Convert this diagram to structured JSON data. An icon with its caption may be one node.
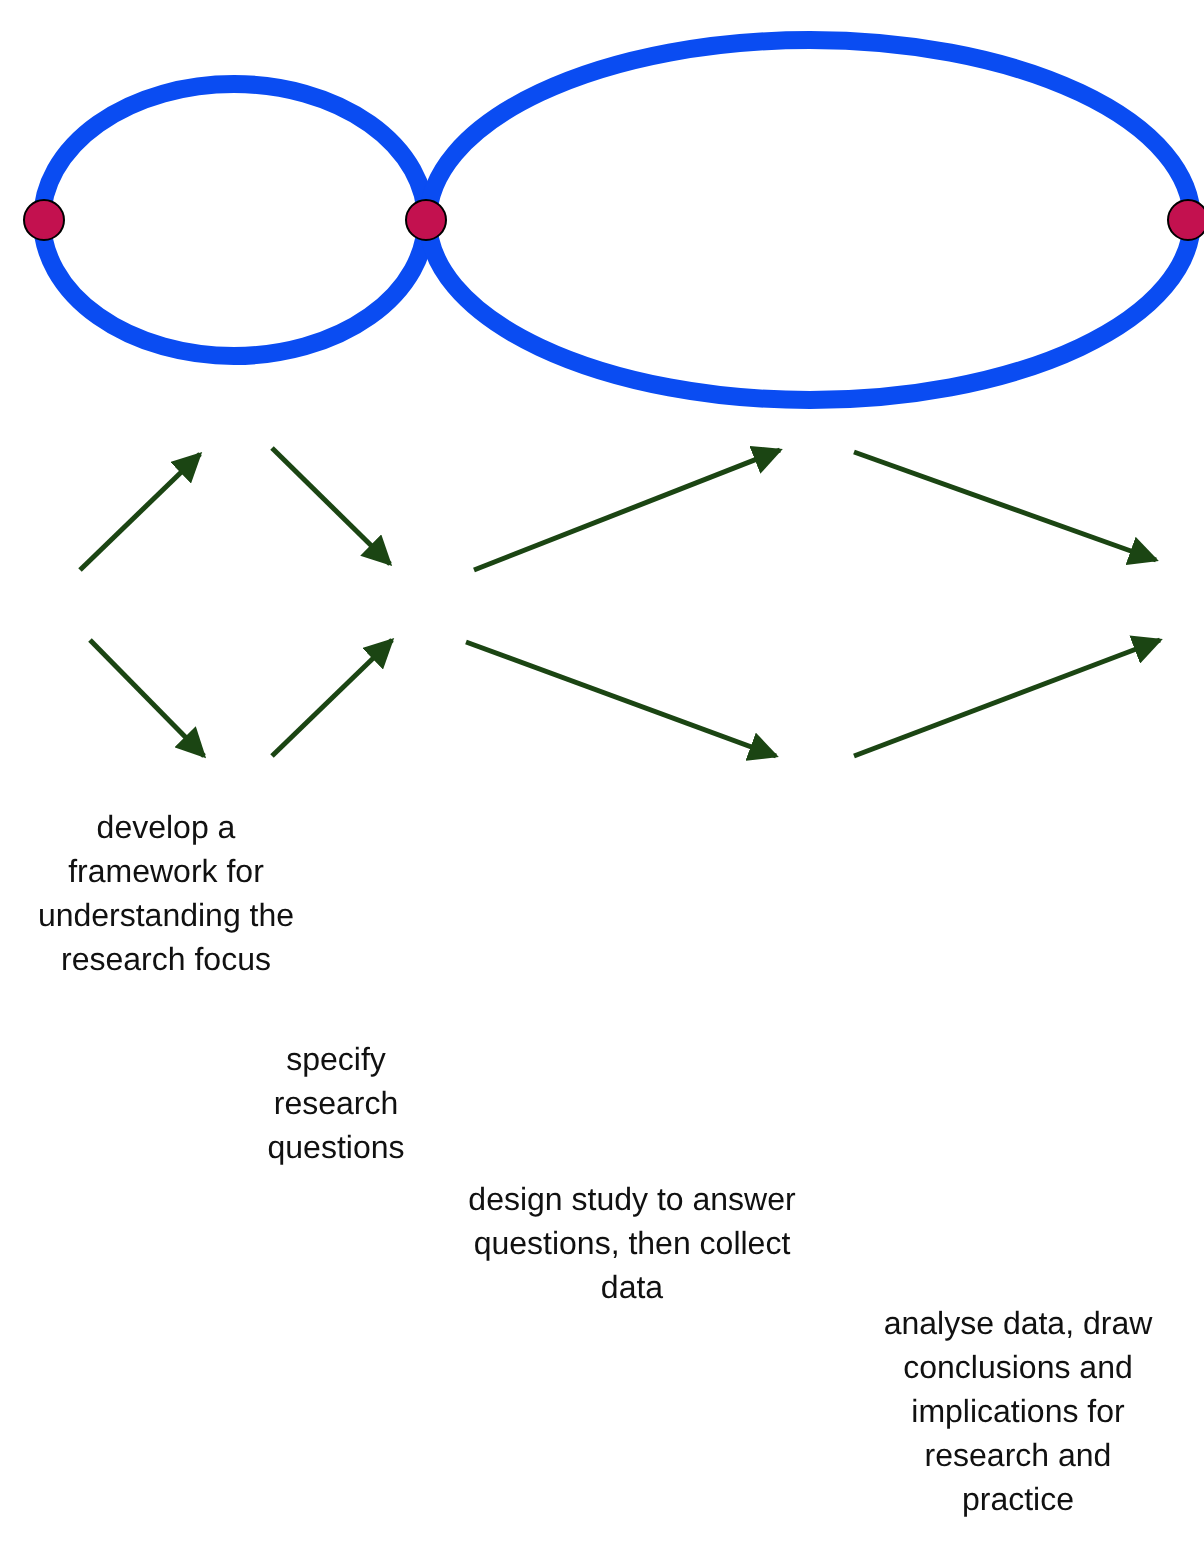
{
  "diagram": {
    "nodes": [
      {
        "text": [],
        "shape": "ellipse"
      },
      {
        "text": [],
        "shape": "ellipse"
      },
      {
        "text": [],
        "shape": "circle"
      },
      {
        "text": [],
        "shape": "circle"
      },
      {
        "text": [],
        "shape": "circle"
      }
    ],
    "labels": [
      "develop a framework for understanding the research focus",
      "specify research questions",
      "design study to answer questions, then collect data",
      "analyse data, draw conclusions and implications for research and practice"
    ]
  }
}
